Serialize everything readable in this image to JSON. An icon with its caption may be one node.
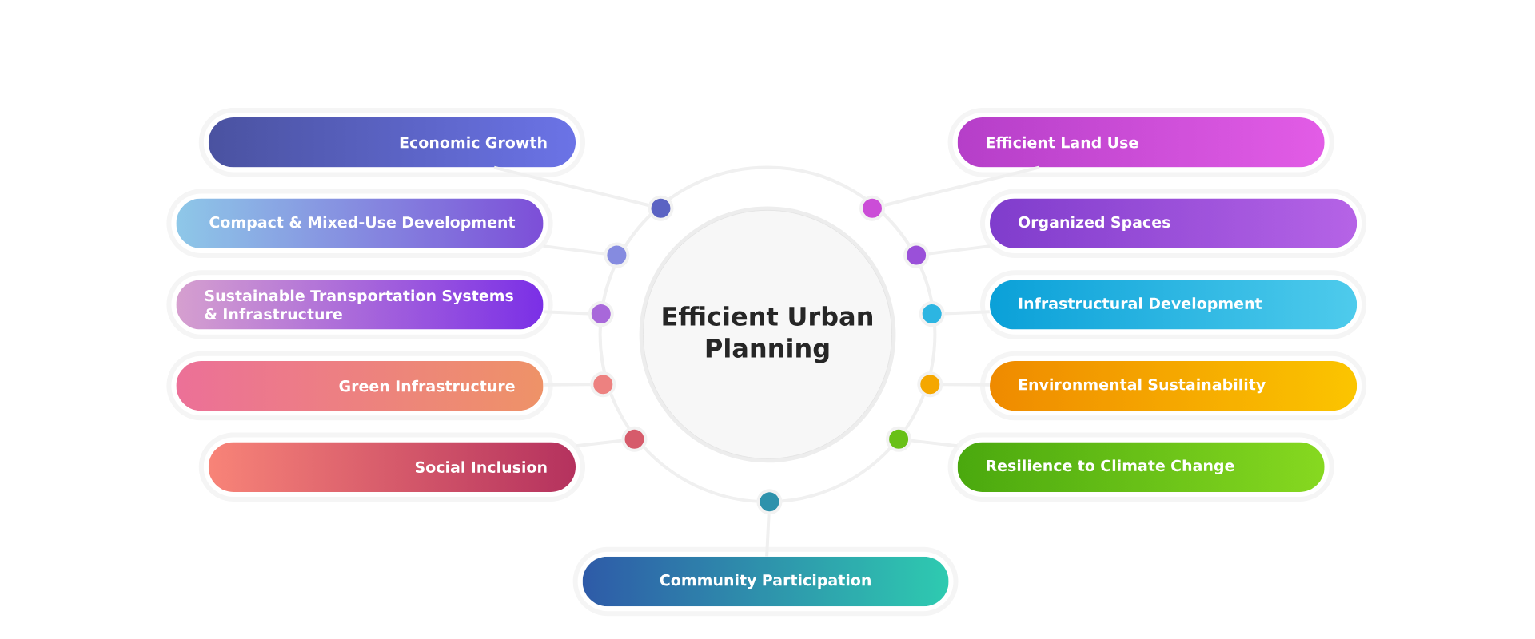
{
  "diagram": {
    "nodes": [
      {
        "text": [
          "Efficient Urban Planning"
        ]
      },
      {
        "text": [
          "Economic Growth"
        ]
      },
      {
        "text": [
          "Compact & Mixed-Use Development"
        ]
      },
      {
        "text": [
          "Sustainable Transportation Systems & Infrastructure"
        ]
      },
      {
        "text": [
          "Green Infrastructure"
        ]
      },
      {
        "text": [
          "Social Inclusion"
        ]
      },
      {
        "text": [
          "Efficient Land Use"
        ]
      },
      {
        "text": [
          "Organized Spaces"
        ]
      },
      {
        "text": [
          "Infrastructural Development"
        ]
      },
      {
        "text": [
          "Environmental Sustainability"
        ]
      },
      {
        "text": [
          "Resilience to Climate Change"
        ]
      },
      {
        "text": [
          "Community Participation"
        ]
      },
      {
        "text": [],
        "shape": "circle"
      },
      {
        "text": [],
        "shape": "circle"
      },
      {
        "text": [],
        "shape": "circle"
      },
      {
        "text": [],
        "shape": "circle"
      },
      {
        "text": [],
        "shape": "circle"
      },
      {
        "text": [],
        "shape": "circle"
      },
      {
        "text": [],
        "shape": "circle"
      },
      {
        "text": [],
        "shape": "circle"
      },
      {
        "text": [],
        "shape": "circle"
      },
      {
        "text": [],
        "shape": "circle"
      },
      {
        "text": [],
        "shape": "circle"
      }
    ],
    "edges": [
      {
        "from": 12,
        "to": 1,
        "arrow": "none"
      },
      {
        "from": 13,
        "to": 2,
        "arrow": "none"
      },
      {
        "from": 14,
        "to": 3,
        "arrow": "none"
      },
      {
        "from": 15,
        "to": 4,
        "arrow": "none"
      },
      {
        "from": 16,
        "to": 5,
        "arrow": "none"
      },
      {
        "from": 17,
        "to": 6,
        "arrow": "none"
      },
      {
        "from": 18,
        "to": 7,
        "arrow": "none"
      },
      {
        "from": 19,
        "to": 8,
        "arrow": "none"
      },
      {
        "from": 20,
        "to": 9,
        "arrow": "none"
      },
      {
        "from": 21,
        "to": 10,
        "arrow": "none"
      },
      {
        "from": 22,
        "to": 11,
        "arrow": "none"
      }
    ]
  }
}
